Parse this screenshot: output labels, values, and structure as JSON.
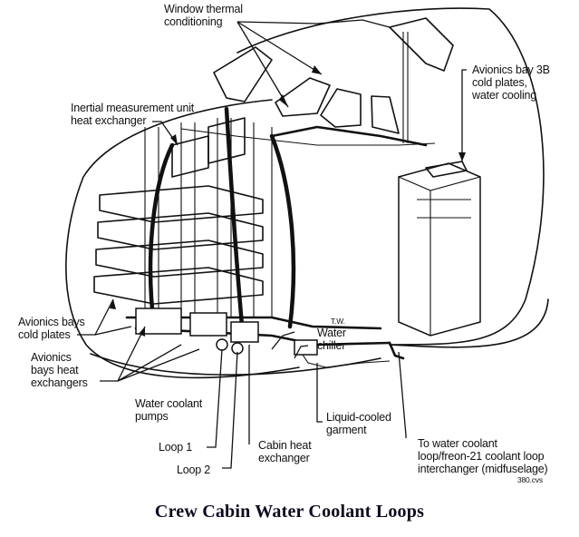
{
  "figure": {
    "caption": "Crew Cabin Water Coolant Loops",
    "figure_id": "380.cvs"
  },
  "labels": {
    "window_thermal": "Window thermal\nconditioning",
    "avionics_bay_3b": "Avionics bay 3B\ncold plates,\nwater cooling",
    "imu_heat_exchanger": "Inertial measurement unit\nheat exchanger",
    "avionics_cold_plates": "Avionics bays\ncold plates",
    "avionics_heat_exchangers": "Avionics\nbays heat\nexchangers",
    "water_coolant_pumps": "Water coolant\npumps",
    "loop_1": "Loop 1",
    "loop_2": "Loop 2",
    "cabin_heat_exchanger": "Cabin heat\nexchanger",
    "liquid_cooled_garment": "Liquid-cooled\ngarment",
    "water_chiller": "Water\nchiller",
    "tw_mark": "T.W.",
    "midfuselage": "To water coolant\nloop/freon-21 coolant loop\ninterchanger (midfuselage)"
  }
}
